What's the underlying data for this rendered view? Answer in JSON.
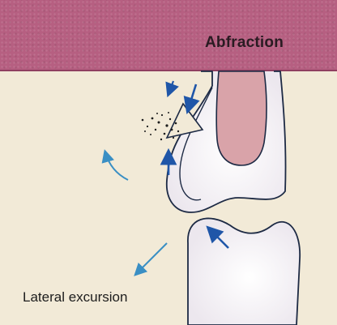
{
  "header": {
    "title": "Abfraction"
  },
  "caption": {
    "text": "Lateral excursion"
  },
  "colors": {
    "header_band": "#b65f81",
    "background": "#f2ead7",
    "tooth_fill": "#fbf8f3",
    "pulp": "#d9a3a9",
    "force_arrow": "#1f56a8",
    "motion_arrow": "#3a8fc4"
  },
  "icons": {
    "force_arrows": "arrow-icon",
    "motion_arrows": "curved-arrow-icon",
    "debris": "enamel-particles"
  }
}
